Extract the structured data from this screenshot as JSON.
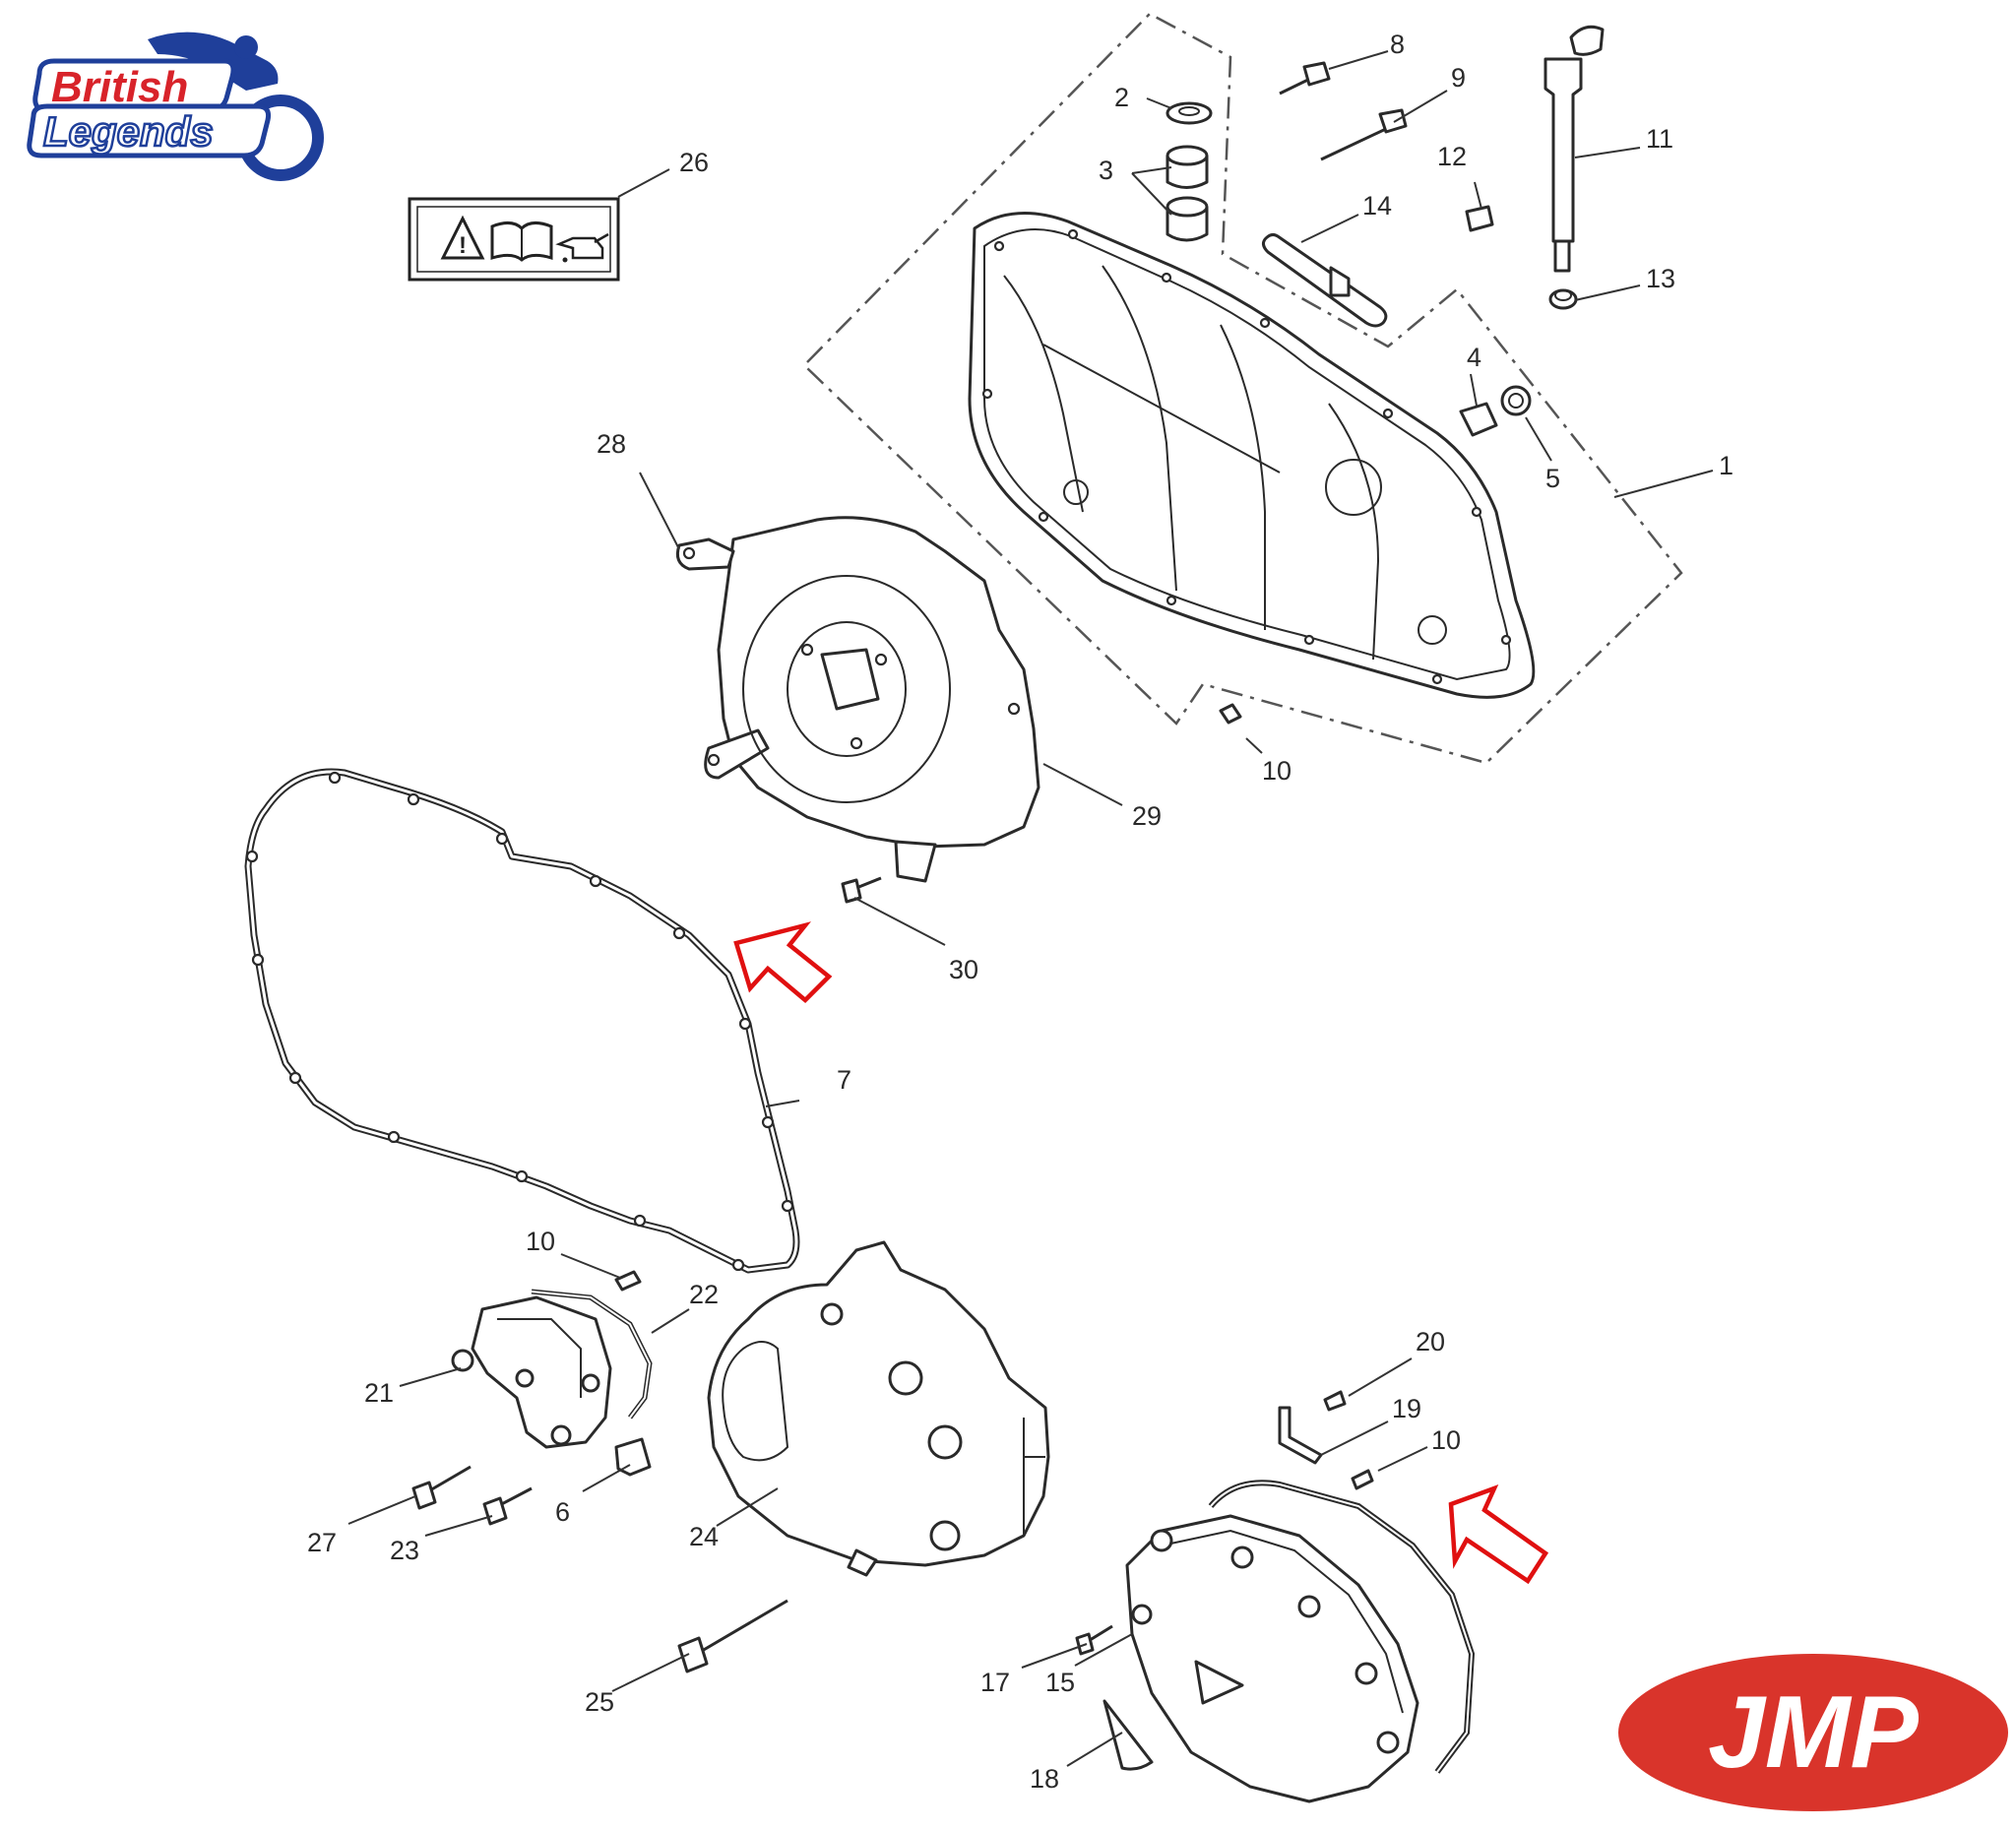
{
  "brand_logo": {
    "line1": "British",
    "line2": "Legends",
    "colors": {
      "red": "#d8232a",
      "blue": "#1f3f9a"
    }
  },
  "jmp_logo": {
    "text": "JMP",
    "color": "#d9342b"
  },
  "warning_label": {
    "icons": [
      "warning-triangle-icon",
      "manual-book-icon",
      "oil-can-icon"
    ]
  },
  "arrow_color": "#e01010",
  "callouts": [
    {
      "id": "c1",
      "text": "1"
    },
    {
      "id": "c2",
      "text": "2"
    },
    {
      "id": "c3",
      "text": "3"
    },
    {
      "id": "c4",
      "text": "4"
    },
    {
      "id": "c5",
      "text": "5"
    },
    {
      "id": "c6",
      "text": "6"
    },
    {
      "id": "c7",
      "text": "7"
    },
    {
      "id": "c8",
      "text": "8"
    },
    {
      "id": "c9",
      "text": "9"
    },
    {
      "id": "c10a",
      "text": "10"
    },
    {
      "id": "c10b",
      "text": "10"
    },
    {
      "id": "c10c",
      "text": "10"
    },
    {
      "id": "c11",
      "text": "11"
    },
    {
      "id": "c12",
      "text": "12"
    },
    {
      "id": "c13",
      "text": "13"
    },
    {
      "id": "c14",
      "text": "14"
    },
    {
      "id": "c15",
      "text": "15"
    },
    {
      "id": "c17",
      "text": "17"
    },
    {
      "id": "c18",
      "text": "18"
    },
    {
      "id": "c19",
      "text": "19"
    },
    {
      "id": "c20",
      "text": "20"
    },
    {
      "id": "c21",
      "text": "21"
    },
    {
      "id": "c22",
      "text": "22"
    },
    {
      "id": "c23",
      "text": "23"
    },
    {
      "id": "c24",
      "text": "24"
    },
    {
      "id": "c25",
      "text": "25"
    },
    {
      "id": "c26",
      "text": "26"
    },
    {
      "id": "c27",
      "text": "27"
    },
    {
      "id": "c28",
      "text": "28"
    },
    {
      "id": "c29",
      "text": "29"
    },
    {
      "id": "c30",
      "text": "30"
    }
  ]
}
